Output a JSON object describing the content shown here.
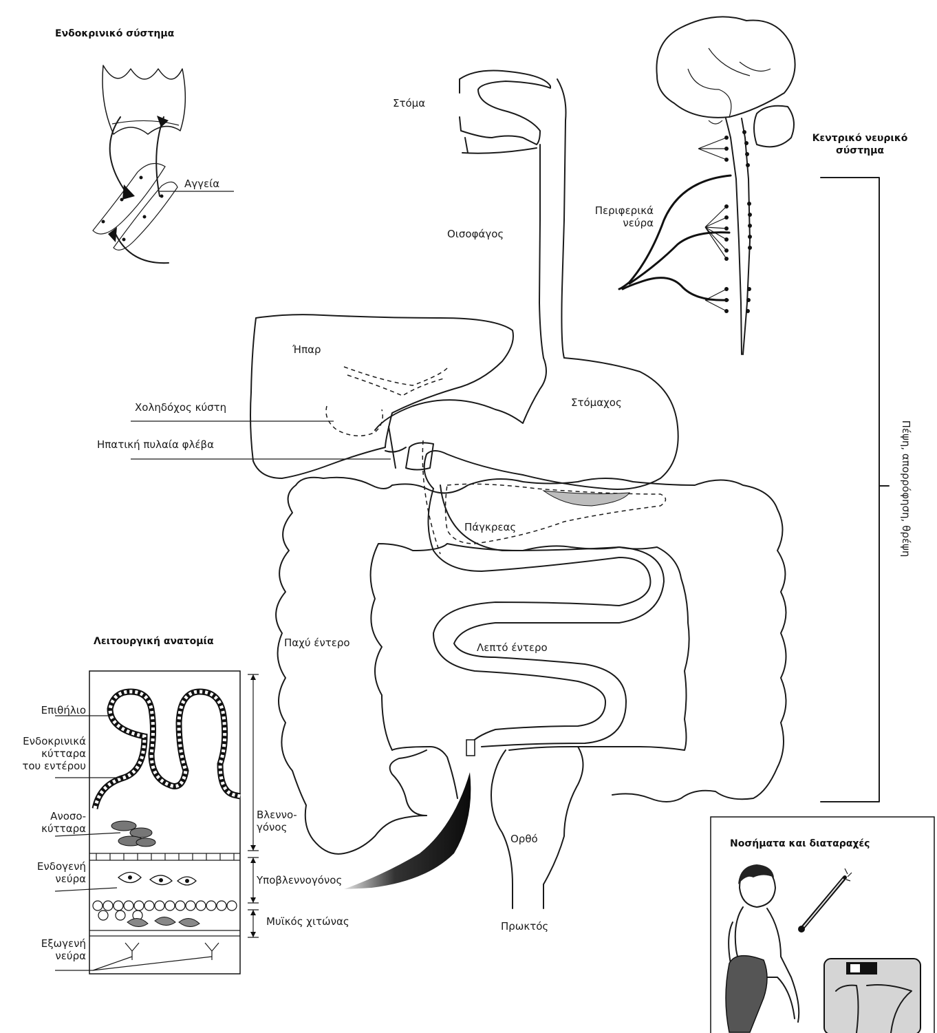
{
  "headers": {
    "endocrine": "Ενδοκρινικό σύστημα",
    "cns_line1": "Κεντρικό νευρικό",
    "cns_line2": "σύστημα",
    "functional_anatomy": "Λειτουργική ανατομία",
    "disorders": "Νοσήματα και διαταραχές"
  },
  "labels": {
    "vessels": "Αγγεία",
    "mouth": "Στόμα",
    "esophagus": "Οισοφάγος",
    "peripheral_line1": "Περιφερικά",
    "peripheral_line2": "νεύρα",
    "liver": "Ήπαρ",
    "gallbladder": "Χοληδόχος κύστη",
    "portal_vein": "Ηπατική πυλαία φλέβα",
    "stomach": "Στόμαχος",
    "pancreas": "Πάγκρεας",
    "large_intestine": "Παχύ έντερο",
    "small_intestine": "Λεπτό έντερο",
    "rectum": "Ορθό",
    "anus": "Πρωκτός",
    "function_bracket": "Πέψη, απορρόφηση, θρέψη"
  },
  "layers": {
    "epithelium": "Επιθήλιο",
    "endocrine_cells_1": "Ενδοκρινικά",
    "endocrine_cells_2": "κύτταρα",
    "endocrine_cells_3": "του εντέρου",
    "immune_cells_1": "Ανοσο-",
    "immune_cells_2": "κύτταρα",
    "intrinsic_nerves_1": "Ενδογενή",
    "intrinsic_nerves_2": "νεύρα",
    "extrinsic_nerves_1": "Εξωγενή",
    "extrinsic_nerves_2": "νεύρα",
    "mucosa_1": "Βλεννο-",
    "mucosa_2": "γόνος",
    "submucosa": "Υποβλεννογόνος",
    "muscularis": "Μυϊκός χιτώνας"
  },
  "icons": [
    "thyroid-gland-icon",
    "brain-icon",
    "spinal-cord-icon",
    "thermometer-icon",
    "bathroom-scale-icon",
    "child-on-toilet-icon"
  ]
}
